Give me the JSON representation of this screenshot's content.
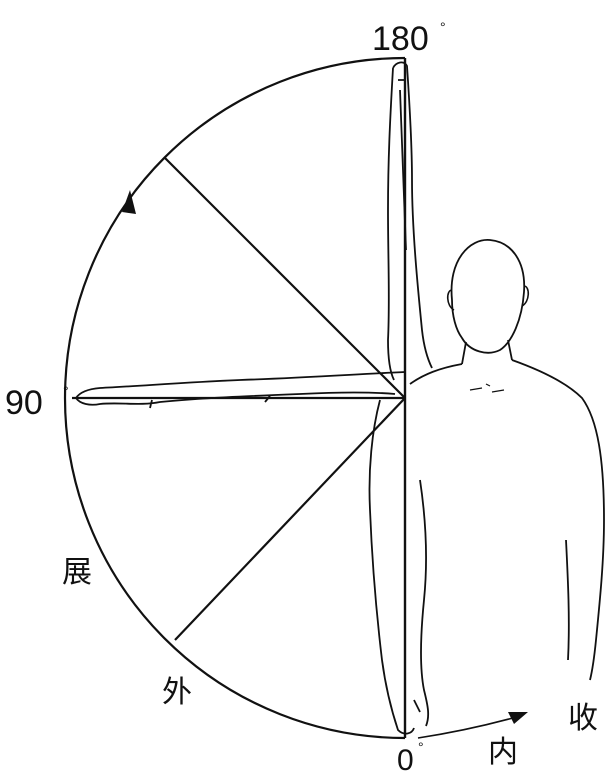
{
  "figure": {
    "labels": {
      "deg_180": "180",
      "deg_90": "90",
      "deg_0": "0",
      "degree_mark": "°"
    },
    "direction_words": {
      "abduction": [
        "展",
        "外"
      ],
      "adduction": [
        "内",
        "收"
      ]
    },
    "angles_drawn_deg": [
      0,
      45,
      90,
      135,
      180
    ],
    "icons": [
      "arrow-head-icon",
      "arrow-head-icon"
    ]
  }
}
